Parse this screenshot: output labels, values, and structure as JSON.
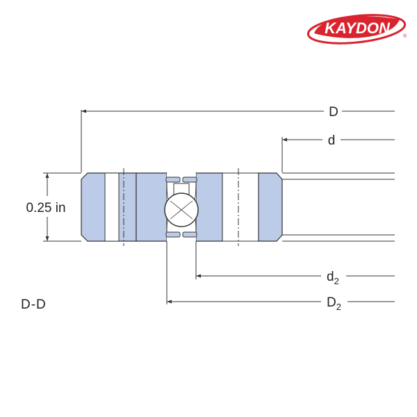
{
  "logo": {
    "text": "KAYDON",
    "registered": "®",
    "color": "#d9232e"
  },
  "dimensions": {
    "outer_diameter": "D",
    "inner_diameter": "d",
    "d2": {
      "base": "d",
      "sub": "2"
    },
    "D2": {
      "base": "D",
      "sub": "2"
    },
    "height": "0.25 in"
  },
  "section_label": "D-D",
  "colors": {
    "ring_fill": "#bccbe7",
    "line": "#333333",
    "ball_fill": "#ffffff"
  }
}
